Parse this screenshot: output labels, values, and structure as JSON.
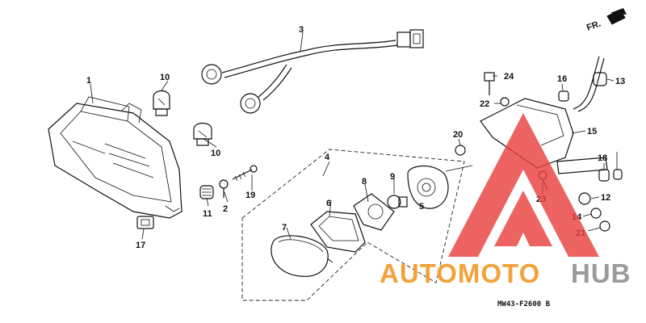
{
  "diagram": {
    "part_labels": [
      "1",
      "2",
      "3",
      "4",
      "5",
      "6",
      "7",
      "8",
      "9",
      "10",
      "10",
      "11",
      "12",
      "13",
      "14",
      "15",
      "16",
      "17",
      "18",
      "19",
      "20",
      "21",
      "22",
      "23",
      "24"
    ],
    "direction_label": "FR.",
    "diagram_code": "MW43-F2600 B"
  },
  "watermark": {
    "prefix": "AUTOMOTO",
    "suffix": "HUB",
    "prefix_color": "#f2a23a",
    "suffix_color": "#9a9a9a",
    "logo_color": "#e8413f"
  }
}
